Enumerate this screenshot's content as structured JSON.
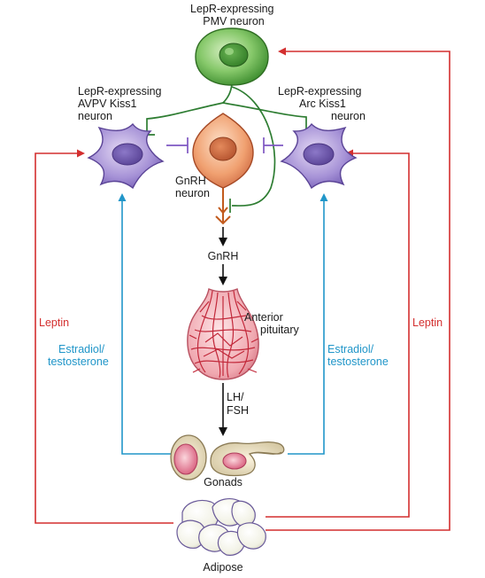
{
  "pmv_neuron": {
    "line1": "LepR-expressing",
    "line2": "PMV neuron"
  },
  "avpv_neuron": {
    "line1": "LepR-expressing",
    "line2": "AVPV Kiss1",
    "line3": "neuron"
  },
  "arc_neuron": {
    "line1": "LepR-expressing",
    "line2": "Arc Kiss1",
    "line3": "neuron"
  },
  "gnrh_neuron": {
    "line1": "GnRH",
    "line2": "neuron"
  },
  "gnrh_hormone": "GnRH",
  "pituitary": {
    "line1": "Anterior",
    "line2": "pituitary"
  },
  "lh_fsh": {
    "line1": "LH/",
    "line2": "FSH"
  },
  "gonads": "Gonads",
  "adipose": "Adipose",
  "leptin_left": "Leptin",
  "leptin_right": "Leptin",
  "steroid_left": {
    "line1": "Estradiol/",
    "line2": "testosterone"
  },
  "steroid_right": {
    "line1": "Estradiol/",
    "line2": "testosterone"
  },
  "colors": {
    "leptin": "#d32f2f",
    "steroid": "#2196c9",
    "pmv_axon": "#2e7d32",
    "gnrh_axon": "#c25a1c",
    "kiss_fiber": "#7e57c2"
  }
}
